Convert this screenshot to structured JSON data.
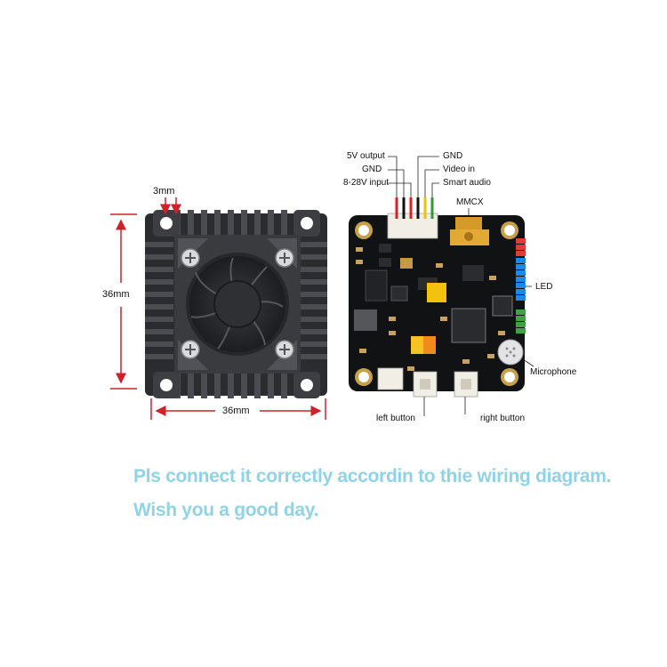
{
  "dimensions": {
    "thickness": "3mm",
    "height": "36mm",
    "width": "36mm"
  },
  "pins": [
    {
      "label": "5V output",
      "color": "#e02020"
    },
    {
      "label": "GND",
      "color": "#111111"
    },
    {
      "label": "8-28V input",
      "color": "#e02020"
    },
    {
      "label": "GND",
      "color": "#111111"
    },
    {
      "label": "Video in",
      "color": "#f2c200"
    },
    {
      "label": "Smart audio",
      "color": "#2a9d3a"
    }
  ],
  "component_labels": {
    "mmcx": "MMCX",
    "led": "LED",
    "microphone": "Microphone",
    "left_button": "left button",
    "right_button": "right button"
  },
  "led_colors": [
    "#e53935",
    "#1e88e5",
    "#43a047"
  ],
  "messages": {
    "line1": "Pls connect it correctly accordin to thie wiring diagram.",
    "line2": "Wish you a good day."
  }
}
